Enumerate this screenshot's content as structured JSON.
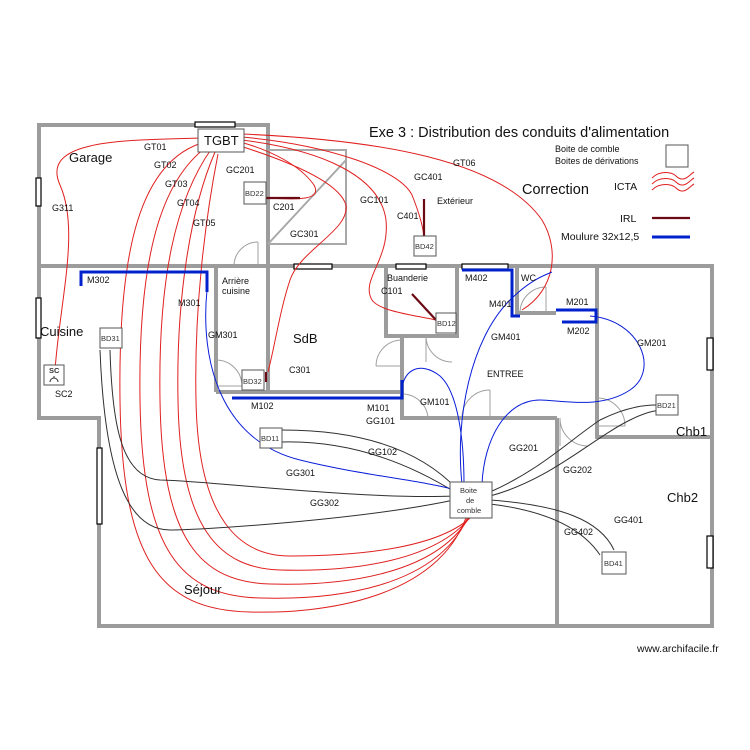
{
  "title": "Exe 3 : Distribution des conduits d'alimentation",
  "correction": "Correction",
  "watermark": "www.archifacile.fr",
  "legend": {
    "boite_comble": "Boite de comble",
    "boites_derivation": "Boites de dérivations",
    "icta": "ICTA",
    "irl": "IRL",
    "moulure": "Moulure 32x12,5"
  },
  "colors": {
    "icta": "#e02020",
    "irl": "#6b0a14",
    "moulure": "#0022cc",
    "cable": "#303030",
    "blue_cable": "#0a1ed8",
    "wall": "#9c9c9c"
  },
  "rooms": {
    "garage": "Garage",
    "cuisine": "Cuisine",
    "sdb": "SdB",
    "arriere_cuisine": [
      "Arrière",
      "cuisine"
    ],
    "buanderie": "Buanderie",
    "wc": "WC",
    "entree": "ENTREE",
    "exterieur": "Extérieur",
    "sejour": "Séjour",
    "chb1": "Chb1",
    "chb2": "Chb2"
  },
  "tgbt": "TGBT",
  "boite_comble": [
    "Boite",
    "de",
    "comble"
  ],
  "boxes": {
    "bd22": "BD22",
    "bd42": "BD42",
    "bd31": "BD31",
    "bd32": "BD32",
    "bd12": "BD12",
    "bd11": "BD11",
    "bd21": "BD21",
    "bd41": "BD41",
    "sc": "SC"
  },
  "conduits": {
    "gt01": "GT01",
    "gt02": "GT02",
    "gt03": "GT03",
    "gt04": "GT04",
    "gt05": "GT05",
    "gt06": "GT06",
    "gc201": "GC201",
    "gc301": "GC301",
    "gc101": "GC101",
    "gc401": "GC401",
    "c201": "C201",
    "c401": "C401",
    "c101": "C101",
    "c301": "C301",
    "g311": "G311",
    "sc2": "SC2",
    "m302": "M302",
    "m301": "M301",
    "m102": "M102",
    "m101": "M101",
    "m402": "M402",
    "m401": "M401",
    "m201": "M201",
    "m202": "M202",
    "gm301": "GM301",
    "gm401": "GM401",
    "gm201": "GM201",
    "gm101": "GM101",
    "gg101": "GG101",
    "gg102": "GG102",
    "gg201": "GG201",
    "gg202": "GG202",
    "gg301": "GG301",
    "gg302": "GG302",
    "gg401": "GG401",
    "gg402": "GG402"
  }
}
